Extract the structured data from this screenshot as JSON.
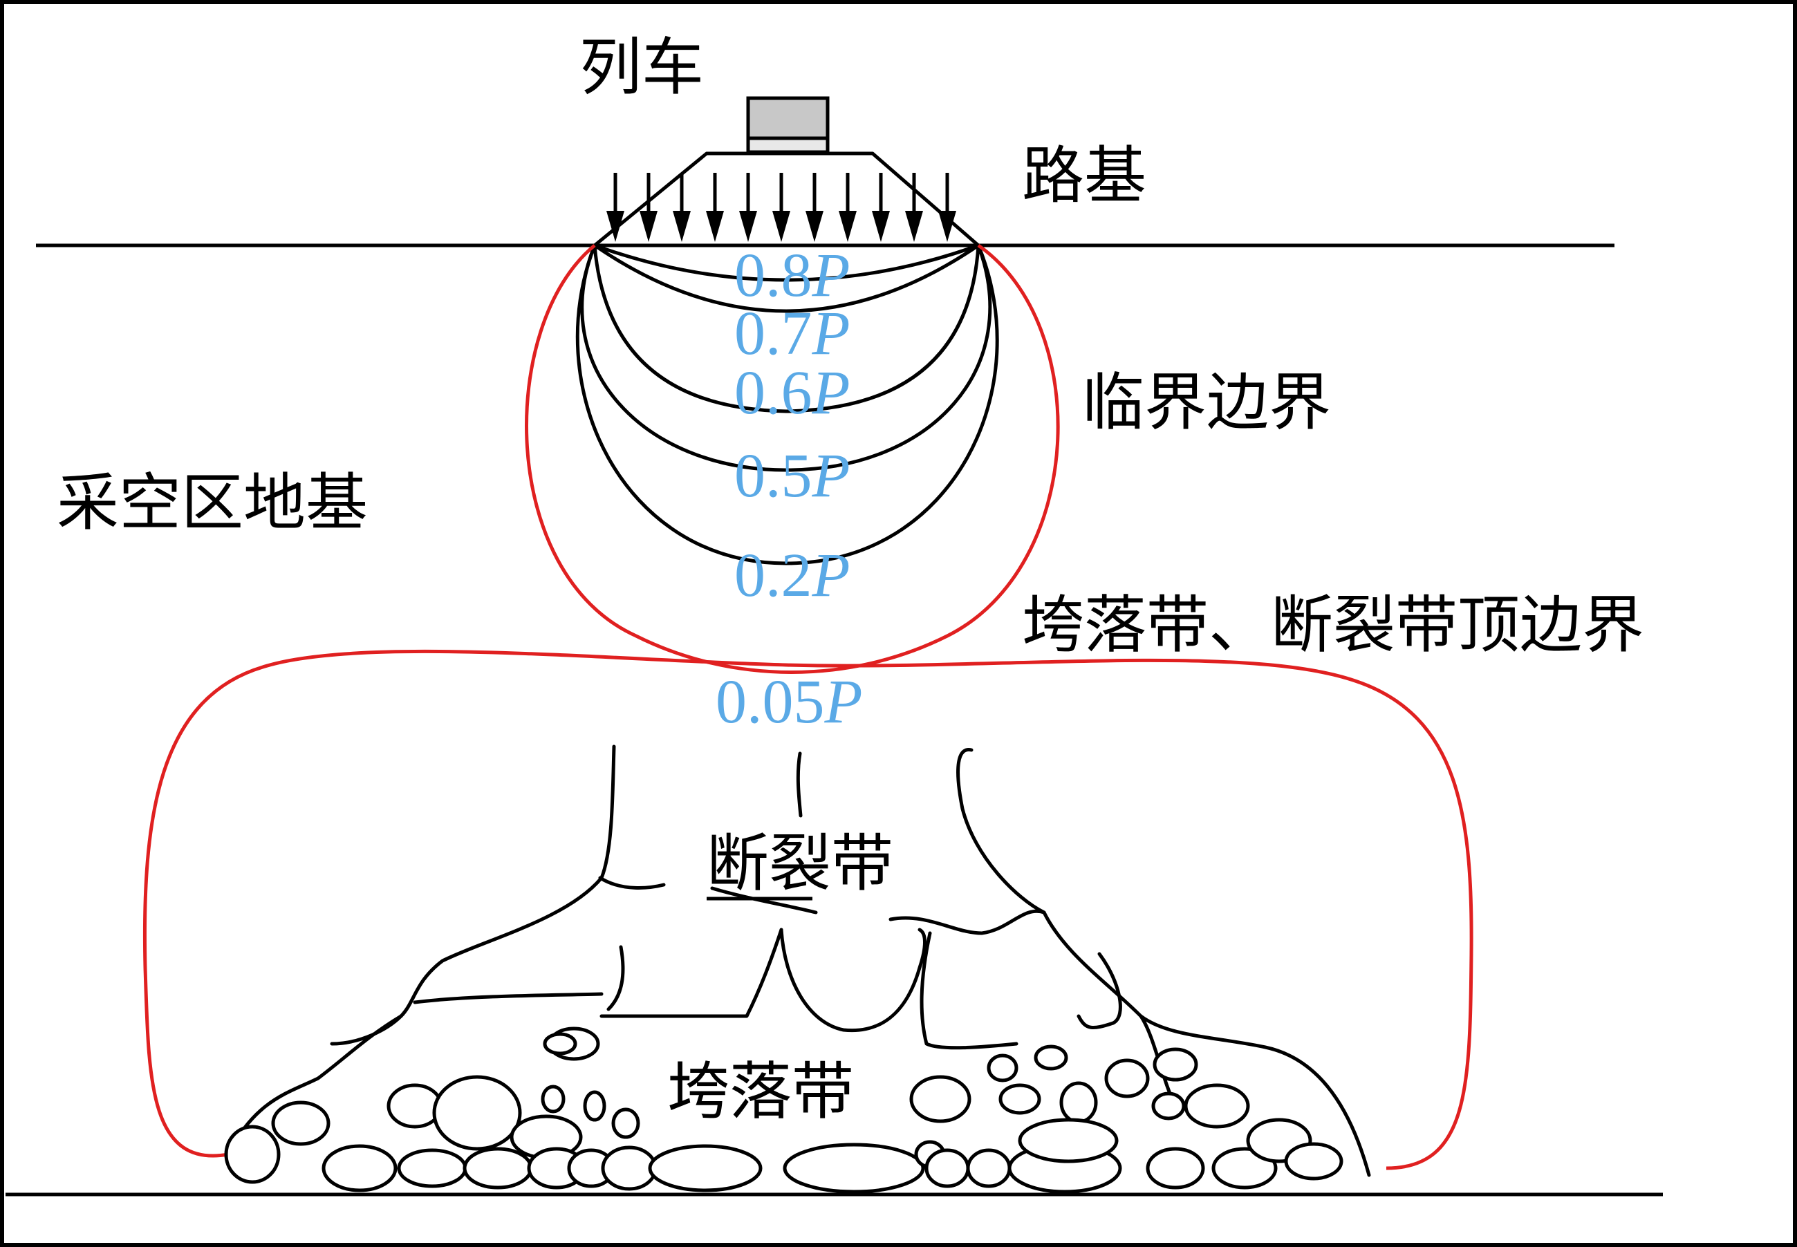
{
  "labels": {
    "train": "列车",
    "subgrade": "路基",
    "critical_boundary": "临界边界",
    "goaf_foundation": "采空区地基",
    "caving_fracture_top_boundary": "垮落带、断裂带顶边界",
    "fracture_zone": "断裂带",
    "caving_zone": "垮落带"
  },
  "stress_contours": [
    {
      "value": "0.8",
      "unit": "P"
    },
    {
      "value": "0.7",
      "unit": "P"
    },
    {
      "value": "0.6",
      "unit": "P"
    },
    {
      "value": "0.5",
      "unit": "P"
    },
    {
      "value": "0.2",
      "unit": "P"
    },
    {
      "value": "0.05",
      "unit": "P"
    }
  ],
  "colors": {
    "outline": "#000000",
    "boundary": "#e02020",
    "stress_label": "#5aa9e6",
    "train_body": "#c8c8c8"
  }
}
